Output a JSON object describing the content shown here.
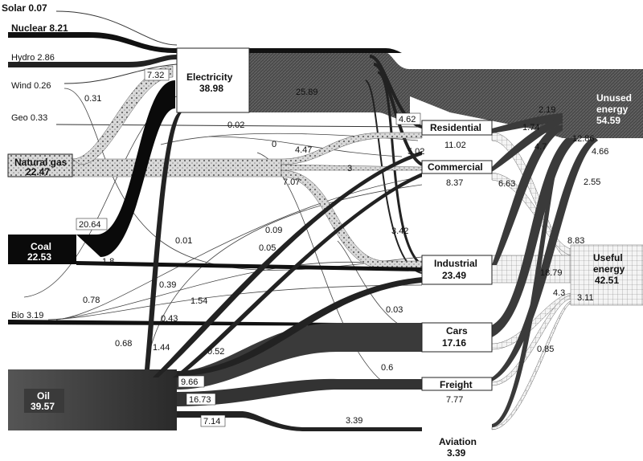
{
  "sources": {
    "solar": "Solar 0.07",
    "nuclear": "Nuclear 8.21",
    "hydro": "Hydro 2.86",
    "wind": "Wind 0.26",
    "geo": "Geo 0.33",
    "natgas_name": "Natural gas",
    "natgas_val": "22.47",
    "coal_name": "Coal",
    "coal_val": "22.53",
    "bio": "Bio 3.19",
    "oil_name": "Oil",
    "oil_val": "39.57"
  },
  "nodes": {
    "electricity_name": "Electricity",
    "electricity_val": "38.98",
    "residential_name": "Residential",
    "residential_val": "11.02",
    "commercial_name": "Commercial",
    "commercial_val": "8.37",
    "industrial_name": "Industrial",
    "industrial_val": "23.49",
    "cars_name": "Cars",
    "cars_val": "17.16",
    "freight_name": "Freight",
    "freight_val": "7.77",
    "aviation_name": "Aviation",
    "aviation_val": "3.39",
    "unused_l1": "Unused",
    "unused_l2": "energy",
    "unused_val": "54.59",
    "useful_l1": "Useful",
    "useful_l2": "energy",
    "useful_val": "42.51"
  },
  "flows": {
    "f_732": "7.32",
    "f_031": "0.31",
    "f_2589": "25.89",
    "f_002": "0.02",
    "f_0": "0",
    "f_447": "4.47",
    "f_3": "3",
    "f_707": "7.07",
    "f_462": "4.62",
    "f_502": "5.02",
    "f_342": "3.42",
    "f_2064": "20.64",
    "f_001": "0.01",
    "f_009": "0.09",
    "f_005": "0.05",
    "f_18": "1.8",
    "f_039": "0.39",
    "f_078": "0.78",
    "f_154": "1.54",
    "f_043": "0.43",
    "f_068": "0.68",
    "f_144": "1.44",
    "f_052": "0.52",
    "f_003": "0.03",
    "f_06": "0.6",
    "f_966": "9.66",
    "f_1673": "16.73",
    "f_714": "7.14",
    "f_339": "3.39",
    "f_219": "2.19",
    "f_174": "1.74",
    "f_47": "4.7",
    "f_1286": "12.86",
    "f_466": "4.66",
    "f_255": "2.55",
    "f_663": "6.63",
    "f_883": "8.83",
    "f_1879": "18.79",
    "f_43": "4.3",
    "f_311": "3.11",
    "f_085": "0.85"
  }
}
